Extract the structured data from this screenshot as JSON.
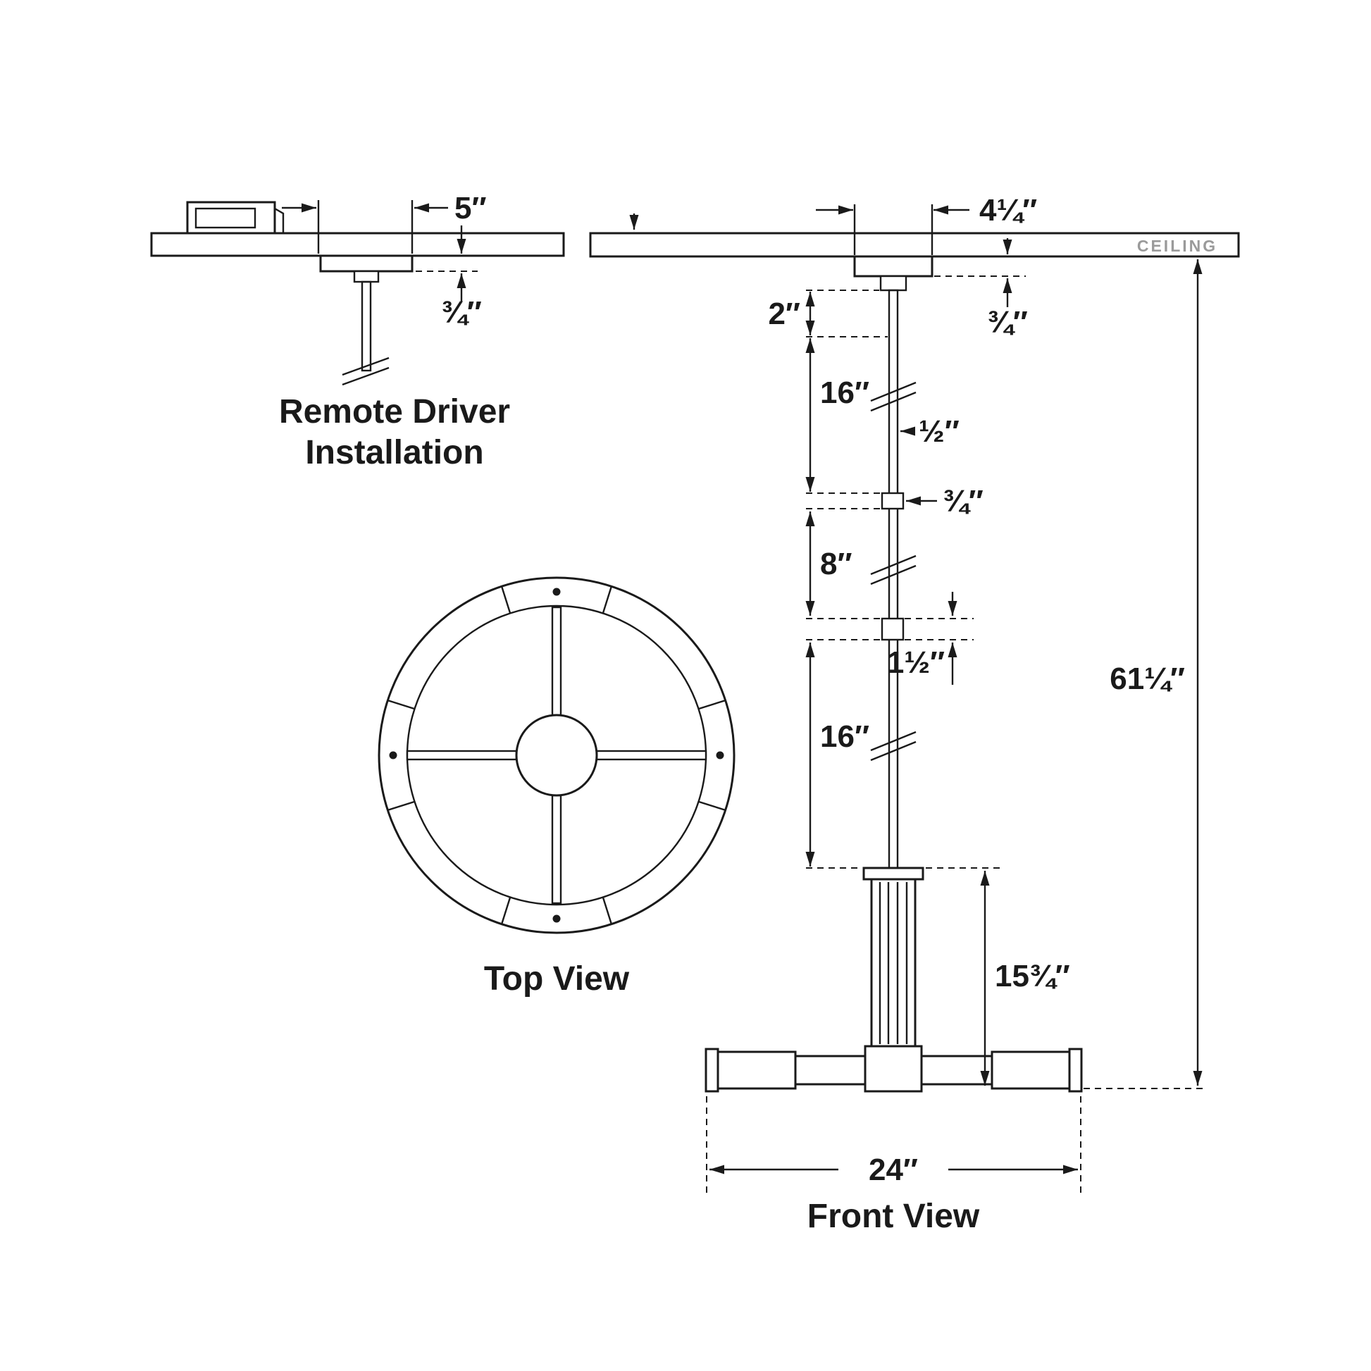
{
  "labels": {
    "remote_caption_line1": "Remote Driver",
    "remote_caption_line2": "Installation",
    "top_view_caption": "Top View",
    "front_view_caption": "Front View",
    "ceiling": "CEILING"
  },
  "dimensions": {
    "remote_canopy_width": "5″",
    "remote_canopy_height": "¾″",
    "canopy_width": "4¼″",
    "canopy_height": "¾″",
    "stem_offset": "2″",
    "stem_upper": "16″",
    "rod_diameter": "½″",
    "coupler_small": "¾″",
    "stem_mid": "8″",
    "coupler_large": "1½″",
    "stem_lower": "16″",
    "overall_height": "61¼″",
    "body_height": "15¾″",
    "body_width": "24″"
  },
  "colors": {
    "line": "#1a1a1a",
    "ceiling_text": "#9a9a9a",
    "background": "#ffffff"
  }
}
